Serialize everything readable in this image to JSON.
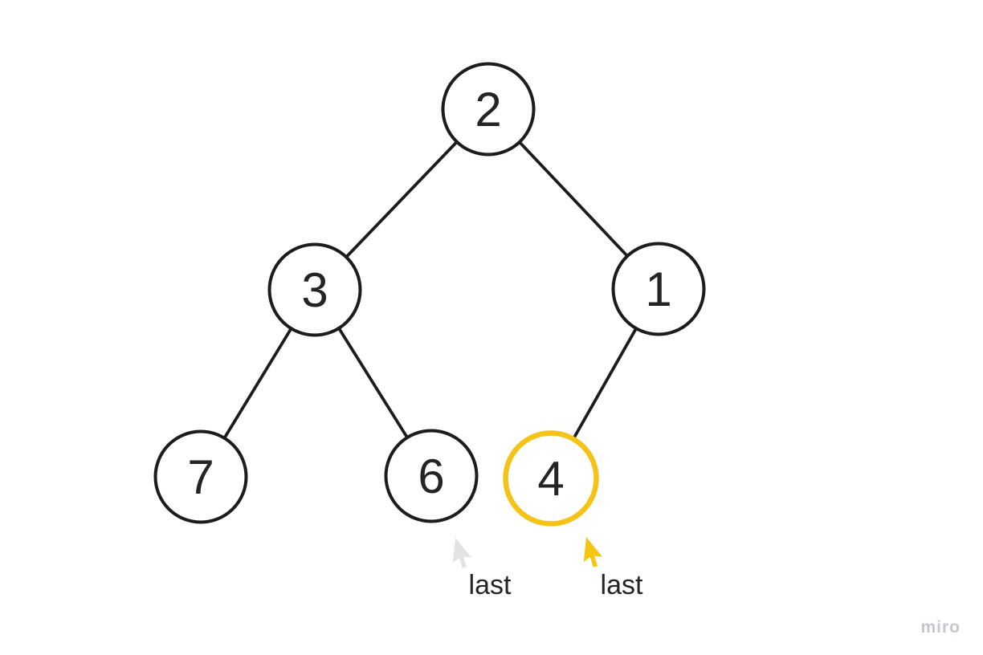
{
  "app": {
    "watermark": "miro"
  },
  "diagram": {
    "type": "binary-tree",
    "description": "Binary tree with highlighted node and 'last' pointer moved from node 6 to node 4",
    "nodes": [
      {
        "value": "2",
        "highlighted": false
      },
      {
        "value": "3",
        "highlighted": false
      },
      {
        "value": "1",
        "highlighted": false
      },
      {
        "value": "7",
        "highlighted": false
      },
      {
        "value": "6",
        "highlighted": false
      },
      {
        "value": "4",
        "highlighted": true
      }
    ],
    "edges": [
      {
        "from": "2",
        "to": "3"
      },
      {
        "from": "2",
        "to": "1"
      },
      {
        "from": "3",
        "to": "7"
      },
      {
        "from": "3",
        "to": "6"
      },
      {
        "from": "1",
        "to": "4"
      }
    ],
    "colors": {
      "node_stroke": "#1c1c1e",
      "node_fill": "#ffffff",
      "highlight": "#f5c318",
      "value_text": "#242424",
      "old_cursor": "#e3e3e5",
      "new_cursor": "#f6c414",
      "label_text": "#242424",
      "watermark": "#c7c6d0"
    }
  },
  "annotations": {
    "old_last": {
      "label": "last"
    },
    "new_last": {
      "label": "last"
    }
  }
}
